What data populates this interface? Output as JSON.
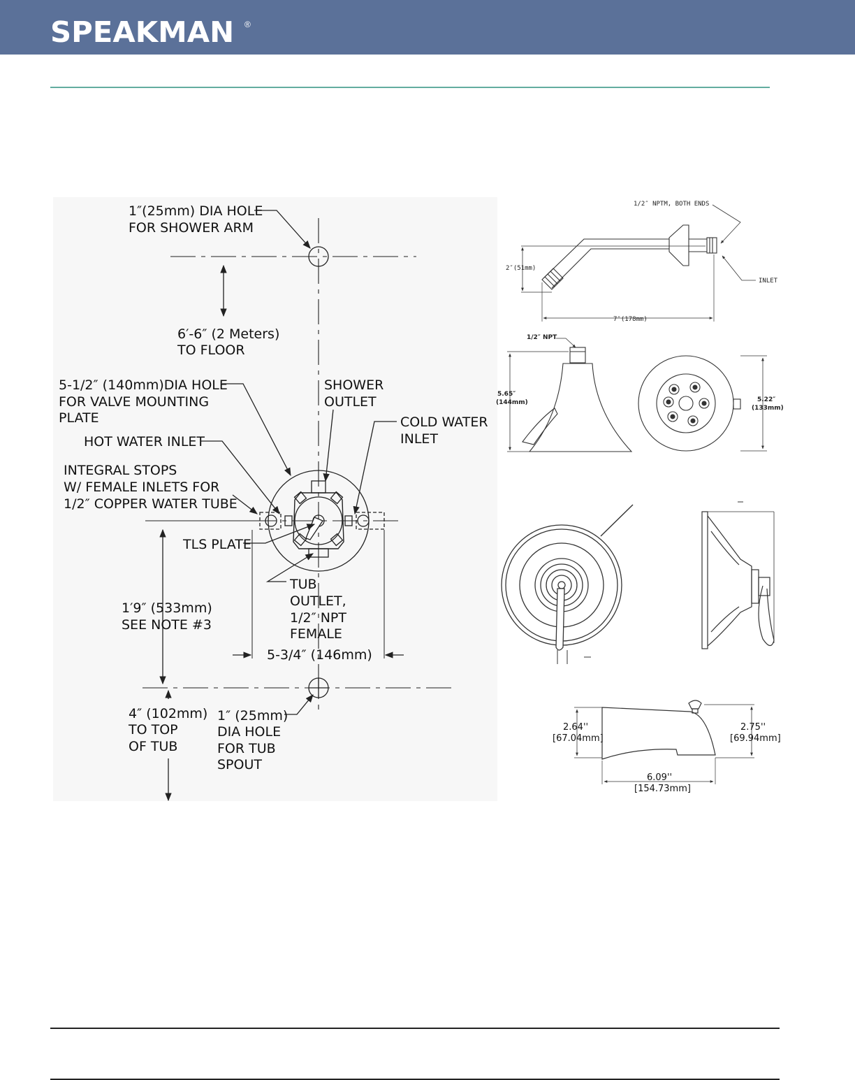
{
  "brand": {
    "name": "SPEAKMAN",
    "reg_mark": "®"
  },
  "rough_in": {
    "shower_arm_hole": [
      "1″(25mm) DIA HOLE",
      "FOR SHOWER ARM"
    ],
    "to_floor": [
      "6′-6″ (2 Meters)",
      "TO FLOOR"
    ],
    "valve_plate_hole": [
      "5-1/2″ (140mm)DIA HOLE",
      "FOR VALVE MOUNTING",
      "PLATE"
    ],
    "shower_outlet": [
      "SHOWER",
      "OUTLET"
    ],
    "cold_inlet": [
      "COLD WATER",
      "INLET"
    ],
    "hot_inlet": "HOT WATER INLET",
    "integral_stops": [
      "INTEGRAL STOPS",
      "W/ FEMALE INLETS FOR",
      "1/2″ COPPER WATER TUBE"
    ],
    "tls_plate": "TLS PLATE",
    "tub_outlet": [
      "TUB",
      "OUTLET,",
      "1/2″ NPT",
      "FEMALE"
    ],
    "height": [
      "1′9″ (533mm)",
      "SEE NOTE #3"
    ],
    "width": "5-3/4″ (146mm)",
    "to_tub": [
      "4″ (102mm)",
      "TO TOP",
      "OF TUB"
    ],
    "tub_spout_hole": [
      "1″ (25mm)",
      "DIA HOLE",
      "FOR TUB",
      "SPOUT"
    ]
  },
  "shower_arm": {
    "npt_note": "1/2″ NPTM, BOTH ENDS",
    "inlet": "INLET",
    "drop": "2″(51mm)",
    "length": "7″(178mm)"
  },
  "shower_head": {
    "npt": "1/2″ NPT",
    "height": [
      "5.65″",
      "(144mm)"
    ],
    "diameter": [
      "5.22″",
      "(133mm)"
    ]
  },
  "tub_spout": {
    "left_height": [
      "2.64''",
      "[67.04mm]"
    ],
    "right_height": [
      "2.75''",
      "[69.94mm]"
    ],
    "length": [
      "6.09''",
      "[154.73mm]"
    ]
  }
}
